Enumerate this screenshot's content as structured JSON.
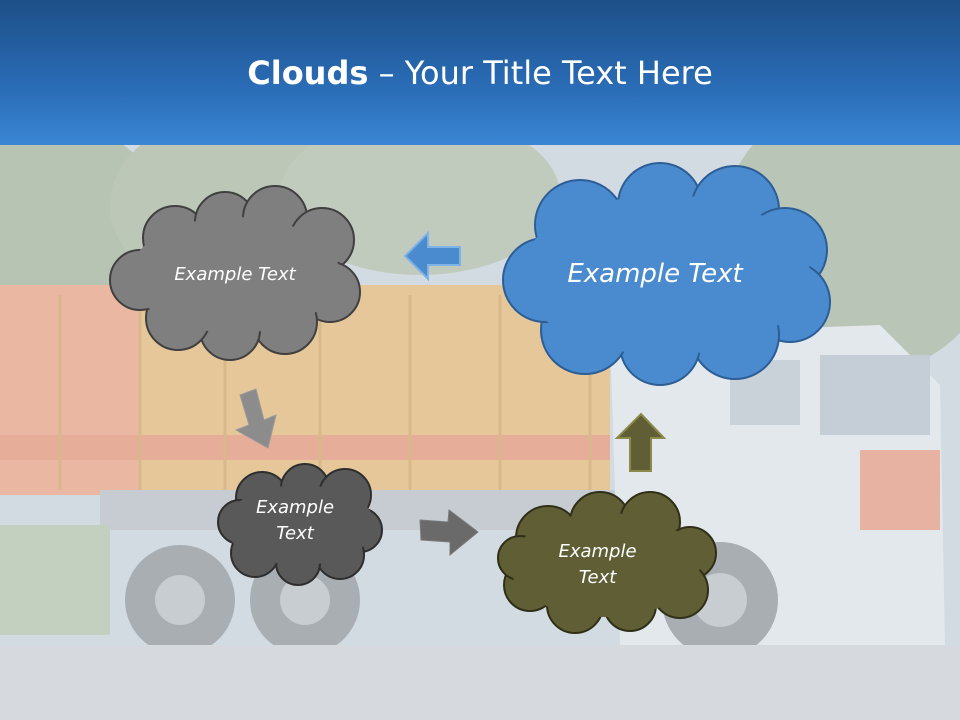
{
  "slide": {
    "title_bold": "Clouds",
    "title_dash": " – ",
    "title_rest": "Your Title Text Here"
  },
  "clouds": [
    {
      "label": "Example Text",
      "color": "#7f7f7f"
    },
    {
      "label": "Example Text",
      "color": "#4a8bd0"
    },
    {
      "label": "Example\nText",
      "color": "#595959"
    },
    {
      "label": "Example\nText",
      "color": "#5f5e34"
    }
  ],
  "colors": {
    "header_top": "#1d4f87",
    "header_bottom": "#3a86d4",
    "arrow_blue": "#4a8bd0",
    "arrow_gray": "#8c8c8c",
    "arrow_dark": "#6a6a6a",
    "arrow_olive": "#5f5e34"
  }
}
